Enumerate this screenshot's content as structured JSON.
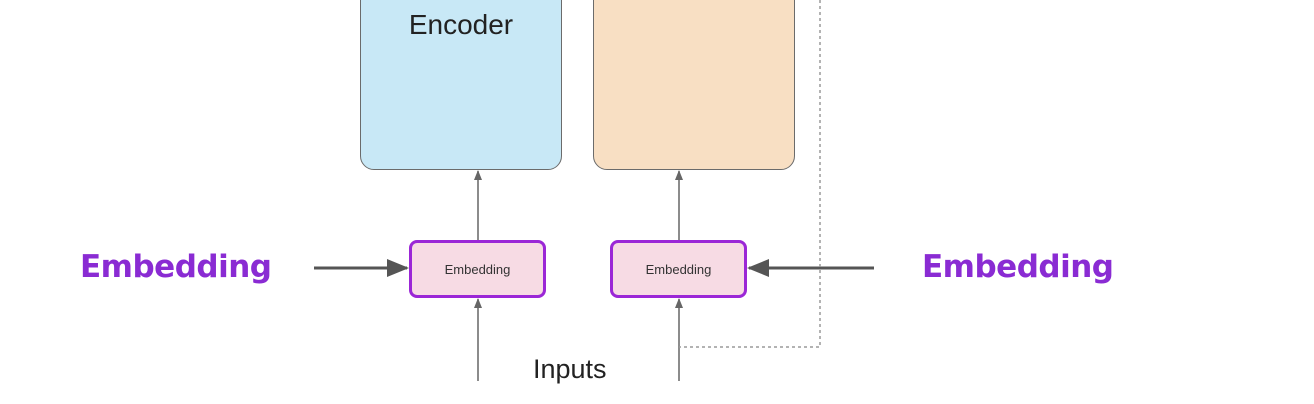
{
  "diagram": {
    "encoder_label": "Encoder",
    "decoder_label": "",
    "embedding_block_label": "Embedding",
    "callout_left": "Embedding",
    "callout_right": "Embedding",
    "inputs_label": "Inputs"
  },
  "colors": {
    "encoder_fill": "#c8e8f6",
    "decoder_fill": "#f8dfc3",
    "embedding_fill": "#f7dbe4",
    "embedding_border": "#9b27d6",
    "callout_text": "#8a2bd3",
    "arrow": "#666666"
  }
}
